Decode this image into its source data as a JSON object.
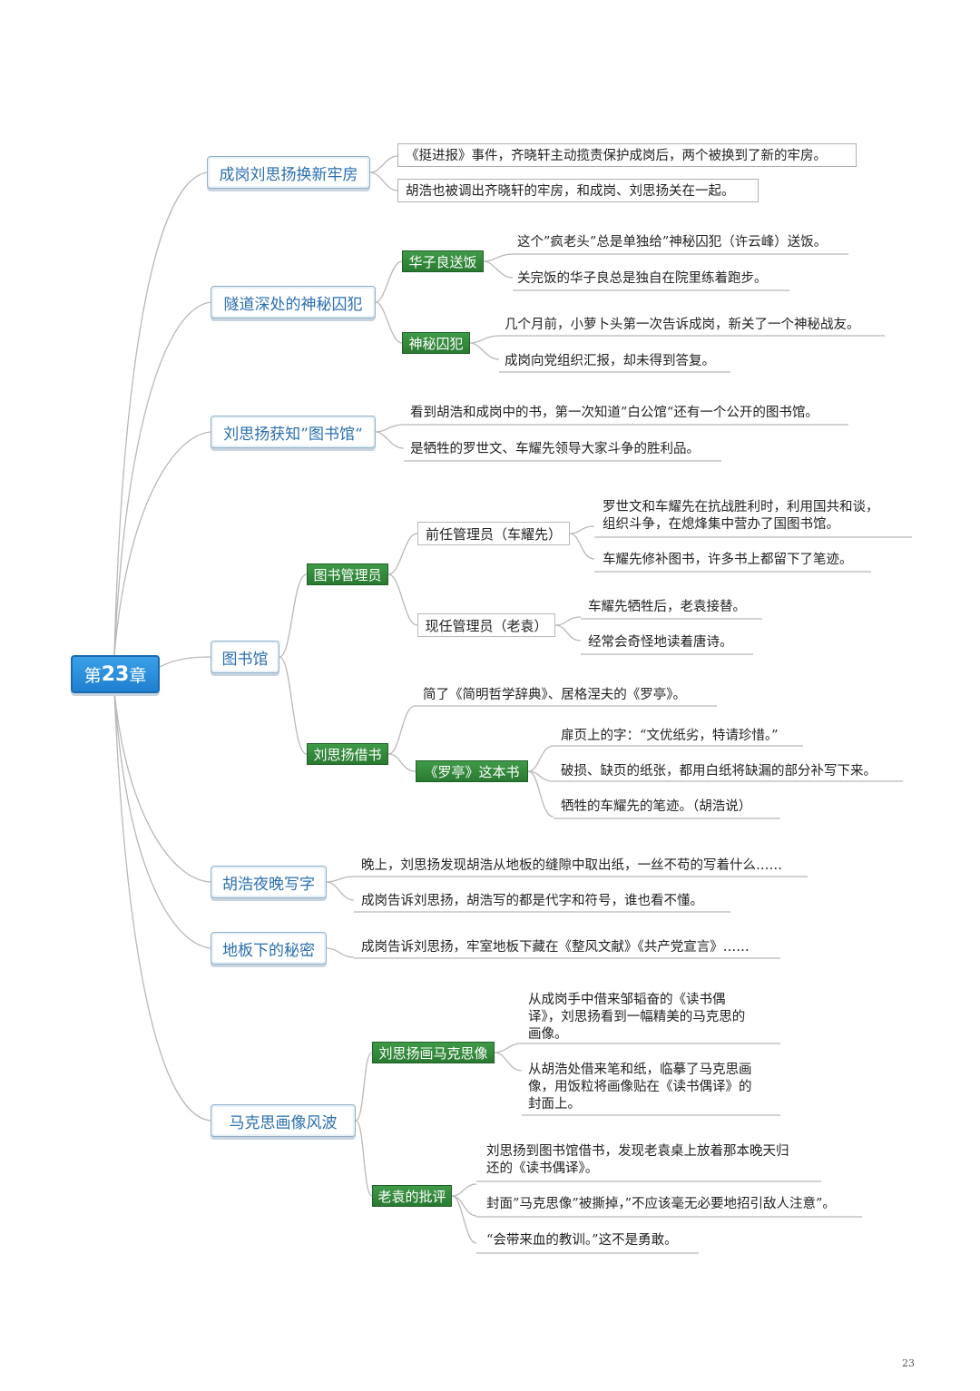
{
  "root": {
    "prefix": "第",
    "num": "23",
    "suffix": "章"
  },
  "topics": [
    {
      "label": "成岗刘思扬换新牢房"
    },
    {
      "label": "隧道深处的神秘囚犯"
    },
    {
      "label": "刘思扬获知”图书馆“"
    },
    {
      "label": "图书馆"
    },
    {
      "label": "胡浩夜晚写字"
    },
    {
      "label": "地板下的秘密"
    },
    {
      "label": "马克思画像风波"
    }
  ],
  "subtopics": {
    "huazi": "华子良送饭",
    "prisoner": "神秘囚犯",
    "librarian": "图书管理员",
    "former": "前任管理员（车耀先）",
    "current": "现任管理员（老袁）",
    "borrow": "刘思扬借书",
    "luoting": "《罗亭》这本书",
    "marx": "刘思扬画马克思像",
    "criticism": "老袁的批评"
  },
  "leaves": {
    "t1a": "《挺进报》事件，齐晓轩主动揽责保护成岗后，两个被换到了新的牢房。",
    "t1b": "胡浩也被调出齐晓轩的牢房，和成岗、刘思扬关在一起。",
    "h1": "这个”疯老头”总是单独给”神秘囚犯（许云峰）送饭。",
    "h2": "关完饭的华子良总是独自在院里练着跑步。",
    "p1": "几个月前，小萝卜头第一次告诉成岗，新关了一个神秘战友。",
    "p2": "成岗向党组织汇报，却未得到答复。",
    "l1": "看到胡浩和成岗中的书，第一次知道”白公馆“还有一个公开的图书馆。",
    "l2": "是牺牲的罗世文、车耀先领导大家斗争的胜利品。",
    "f1a": "罗世文和车耀先在抗战胜利时，利用国共和谈，",
    "f1b": "组织斗争，在熄烽集中营办了国图书馆。",
    "f2": "车耀先修补图书，许多书上都留下了笔迹。",
    "c1": "车耀先牺牲后，老袁接替。",
    "c2": "经常会奇怪地读着唐诗。",
    "b1": "简了《简明哲学辞典》、居格涅夫的《罗亭》。",
    "r1": "扉页上的字：“文优纸劣，特请珍惜。”",
    "r2": "破损、缺页的纸张，都用白纸将缺漏的部分补写下来。",
    "r3": "牺牲的车耀先的笔迹。（胡浩说）",
    "n1": "晚上，刘思扬发现胡浩从地板的缝隙中取出纸，一丝不苟的写着什么……",
    "n2": "成岗告诉刘思扬，胡浩写的都是代字和符号，谁也看不懂。",
    "s1": "成岗告诉刘思扬，牢室地板下藏在《整风文献》《共产党宣言》……",
    "m1a": "从成岗手中借来邹韬奋的《读书偶",
    "m1b": "译》，刘思扬看到一幅精美的马克思的",
    "m1c": "画像。",
    "m2a": "从胡浩处借来笔和纸，临摹了马克思画",
    "m2b": "像，用饭粒将画像贴在《读书偶译》的",
    "m2c": "封面上。",
    "k1a": "刘思扬到图书馆借书，发现老袁桌上放着那本晚天归",
    "k1b": "还的《读书偶译》。",
    "k2": "封面”马克思像”被撕掉，”不应该毫无必要地招引敌人注意”。",
    "k3": "“会带来血的教训。”这不是勇敢。"
  },
  "page_number": "23",
  "colors": {
    "topic_text": "#2a6fb0",
    "green": "#2f8a3a",
    "root": "#1f7fd1",
    "line": "#b5b5b5"
  }
}
